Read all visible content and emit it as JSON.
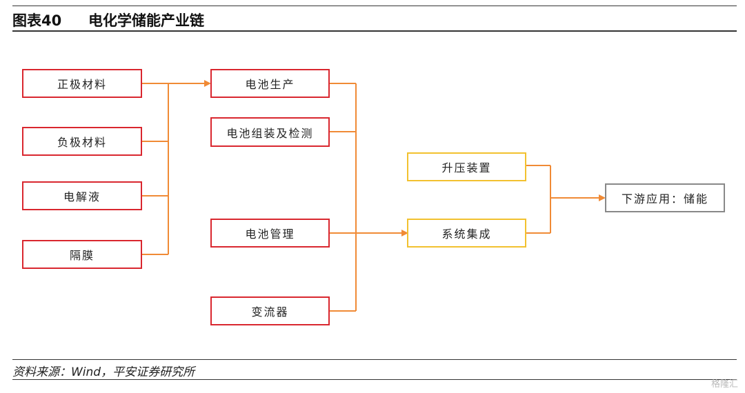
{
  "header": {
    "label": "图表40",
    "title": "电化学储能产业链"
  },
  "nodes": {
    "cathode": "正极材料",
    "anode": "负极材料",
    "electrolyte": "电解液",
    "separator": "隔膜",
    "cell_production": "电池生产",
    "pack_assembly": "电池组装及检测",
    "bms": "电池管理",
    "inverter": "变流器",
    "boost_device": "升压装置",
    "system_integration": "系统集成",
    "downstream": "下游应用：储能"
  },
  "colors": {
    "red": "#d9262e",
    "yellow": "#f2c12e",
    "arrow": "#f08a35"
  },
  "footer": {
    "source": "资料来源：Wind，平安证券研究所"
  },
  "watermark": "格隆汇"
}
